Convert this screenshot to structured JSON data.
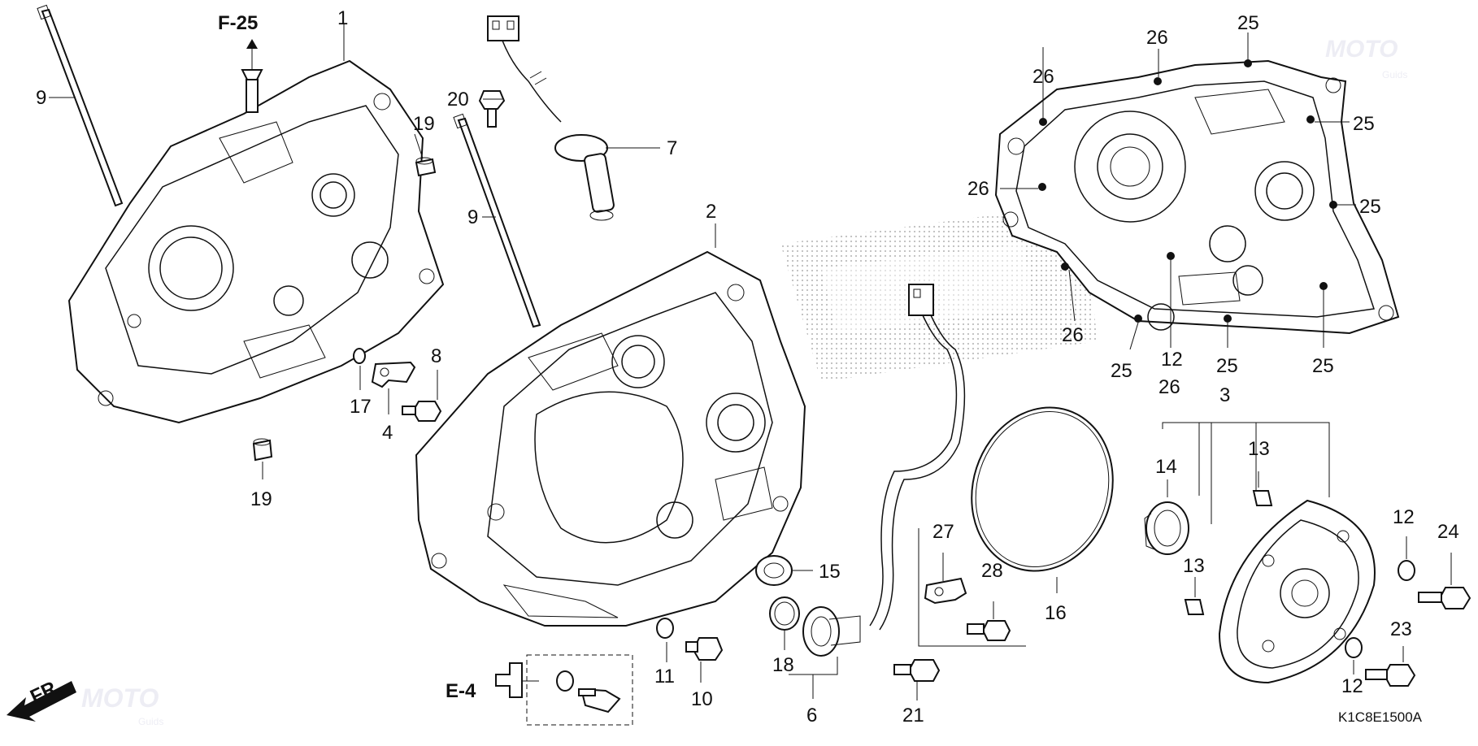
{
  "diagram": {
    "code": "K1C8E1500A",
    "references": {
      "f25": "F-25",
      "e4": "E-4",
      "fr": "FR."
    },
    "watermark": {
      "brand": "MOTO",
      "sub": "Guids"
    },
    "colors": {
      "ink": "#111111",
      "dots": "#bdbdbd",
      "watermark": "#d8d8e8"
    },
    "callouts": [
      {
        "id": "c1",
        "text": "1"
      },
      {
        "id": "c2",
        "text": "2"
      },
      {
        "id": "c3",
        "text": "3"
      },
      {
        "id": "c4",
        "text": "4"
      },
      {
        "id": "c6",
        "text": "6"
      },
      {
        "id": "c7",
        "text": "7"
      },
      {
        "id": "c8",
        "text": "8"
      },
      {
        "id": "c9a",
        "text": "9"
      },
      {
        "id": "c9b",
        "text": "9"
      },
      {
        "id": "c10",
        "text": "10"
      },
      {
        "id": "c11",
        "text": "11"
      },
      {
        "id": "c12a",
        "text": "12"
      },
      {
        "id": "c12b",
        "text": "12"
      },
      {
        "id": "c12c",
        "text": "12"
      },
      {
        "id": "c13a",
        "text": "13"
      },
      {
        "id": "c13b",
        "text": "13"
      },
      {
        "id": "c14",
        "text": "14"
      },
      {
        "id": "c15",
        "text": "15"
      },
      {
        "id": "c16",
        "text": "16"
      },
      {
        "id": "c17",
        "text": "17"
      },
      {
        "id": "c18",
        "text": "18"
      },
      {
        "id": "c19a",
        "text": "19"
      },
      {
        "id": "c19b",
        "text": "19"
      },
      {
        "id": "c20",
        "text": "20"
      },
      {
        "id": "c21",
        "text": "21"
      },
      {
        "id": "c23",
        "text": "23"
      },
      {
        "id": "c24",
        "text": "24"
      },
      {
        "id": "c25a",
        "text": "25"
      },
      {
        "id": "c25b",
        "text": "25"
      },
      {
        "id": "c25c",
        "text": "25"
      },
      {
        "id": "c25d",
        "text": "25"
      },
      {
        "id": "c25e",
        "text": "25"
      },
      {
        "id": "c25f",
        "text": "25"
      },
      {
        "id": "c26a",
        "text": "26"
      },
      {
        "id": "c26b",
        "text": "26"
      },
      {
        "id": "c26c",
        "text": "26"
      },
      {
        "id": "c26d",
        "text": "26"
      },
      {
        "id": "c26e",
        "text": "26"
      },
      {
        "id": "c27",
        "text": "27"
      },
      {
        "id": "c28",
        "text": "28"
      }
    ]
  }
}
